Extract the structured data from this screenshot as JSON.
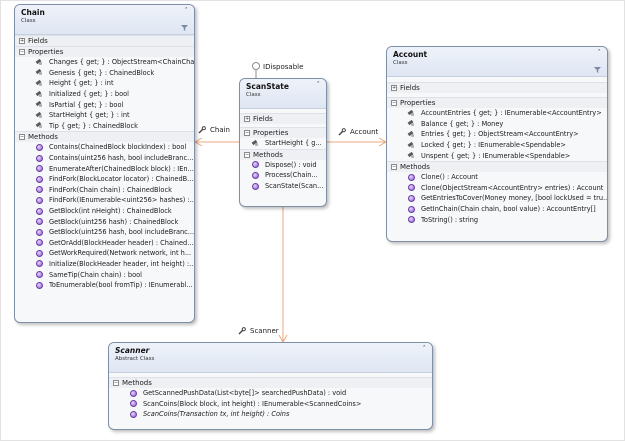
{
  "classes": {
    "chain": {
      "name": "Chain",
      "kind": "Class",
      "fields_label": "Fields",
      "properties_label": "Properties",
      "methods_label": "Methods",
      "properties": [
        "Changes { get; } : ObjectStream<ChainCha...",
        "Genesis { get; } : ChainedBlock",
        "Height { get; } : int",
        "Initialized { get; } : bool",
        "IsPartial { get; } : bool",
        "StartHeight { get; } : int",
        "Tip { get; } : ChainedBlock"
      ],
      "methods": [
        "Contains(ChainedBlock blockIndex) : bool",
        "Contains(uint256 hash, bool includeBranc...",
        "EnumerateAfter(ChainedBlock block) : IEn...",
        "FindFork(BlockLocator locator) : ChainedB...",
        "FindFork(Chain chain) : ChainedBlock",
        "FindFork(IEnumerable<uint256> hashes) :...",
        "GetBlock(int nHeight) : ChainedBlock",
        "GetBlock(uint256 hash) : ChainedBlock",
        "GetBlock(uint256 hash, bool includeBranc...",
        "GetOrAdd(BlockHeader header) : Chained...",
        "GetWorkRequired(Network network, int h...",
        "Initialize(BlockHeader header, int height) :...",
        "SameTip(Chain chain) : bool",
        "ToEnumerable(bool fromTip) : IEnumerabl..."
      ]
    },
    "scanstate": {
      "name": "ScanState",
      "kind": "Class",
      "fields_label": "Fields",
      "properties_label": "Properties",
      "methods_label": "Methods",
      "properties": [
        "StartHeight { g..."
      ],
      "methods": [
        "Dispose() : void",
        "Process(Chain...",
        "ScanState(Scan..."
      ]
    },
    "account": {
      "name": "Account",
      "kind": "Class",
      "fields_label": "Fields",
      "properties_label": "Properties",
      "methods_label": "Methods",
      "properties": [
        "AccountEntries { get; } : IEnumerable<AccountEntry>",
        "Balance { get; } : Money",
        "Entries { get; } : ObjectStream<AccountEntry>",
        "Locked { get; } : IEnumerable<Spendable>",
        "Unspent { get; } : IEnumerable<Spendable>"
      ],
      "methods": [
        "Clone() : Account",
        "Clone(ObjectStream<AccountEntry> entries) : Account",
        "GetEntriesToCover(Money money, [bool lockUsed = tru...",
        "GetInChain(Chain chain, bool value) : AccountEntry[]",
        "ToString() : string"
      ]
    },
    "scanner": {
      "name": "Scanner",
      "kind": "Abstract Class",
      "methods_label": "Methods",
      "methods": [
        "GetScannedPushData(List<byte[]> searchedPushData) : void",
        "ScanCoins(Block block, int height) : IEnumerable<ScannedCoins>",
        "ScanCoins(Transaction tx, int height) : Coins"
      ]
    }
  },
  "associations": {
    "chain": "Chain",
    "account": "Account",
    "scanner": "Scanner",
    "interface": "IDisposable"
  },
  "colors": {
    "association_line": "#e8a87c",
    "interface_line": "#8c8c8c",
    "method_icon": "#8a57c9",
    "box_border": "#7f8fa6"
  }
}
